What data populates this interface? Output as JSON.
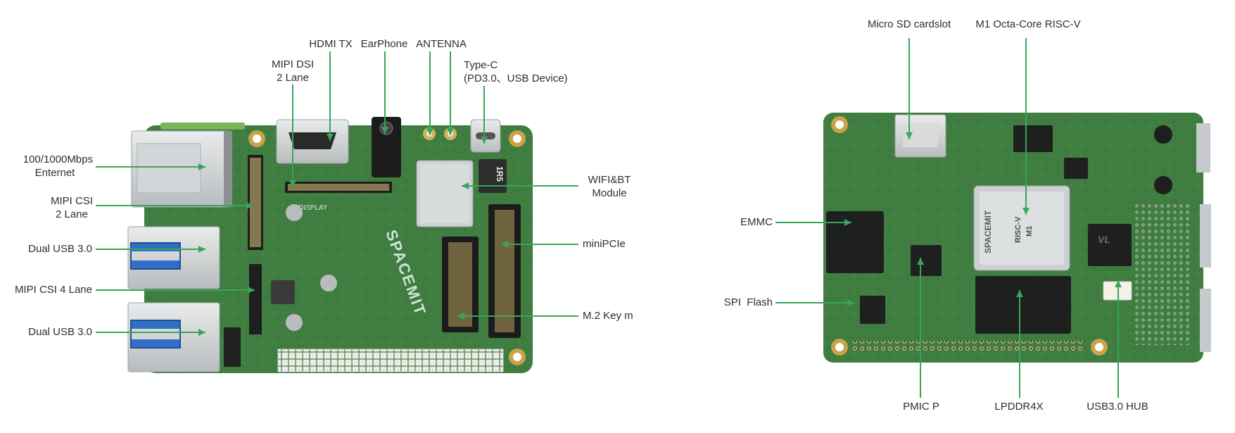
{
  "colors": {
    "pcb": "#3d7a3e",
    "pcb_dark": "#2b5e2e",
    "pcb_edge": "#7bb25a",
    "leader": "#3aa55a",
    "metal": "#cfd2d4",
    "usb_blue": "#2f6fc6",
    "header_white": "#efefea",
    "chip": "#1d1f1f",
    "gold": "#c9a24a"
  },
  "front_board": {
    "brand_text": "SPACEMIT",
    "silk_display": "DISPLAY",
    "chip_marking": "1R5",
    "labels": {
      "ethernet": [
        "100/1000Mbps",
        "Enternet"
      ],
      "mipi_csi_2": [
        "MIPI CSI",
        "2 Lane"
      ],
      "usb_1": "Dual USB 3.0",
      "mipi_csi_4": "MIPI CSI 4 Lane",
      "usb_2": "Dual USB 3.0",
      "mipi_dsi": [
        "MIPI DSI",
        "2 Lane"
      ],
      "hdmi": "HDMI TX",
      "earphone": "EarPhone",
      "antenna": "ANTENNA",
      "typec": [
        "Type-C",
        "(PD3.0、USB Device)"
      ],
      "wifi": [
        "WIFI&BT",
        "Module"
      ],
      "minipcie": "miniPCIe",
      "m2": "M.2 Key m"
    }
  },
  "back_board": {
    "soc_brand": "SPACEMIT",
    "soc_text": "RISC-V",
    "soc_model": "M1",
    "usb_hub_mark": "VL",
    "labels": {
      "microsd": "Micro SD cardslot",
      "soc": "M1 Octa-Core RISC-V",
      "emmc": "EMMC",
      "spi": "SPI  Flash",
      "pmic": "PMIC P",
      "lpddr": "LPDDR4X",
      "usbhub": "USB3.0 HUB"
    }
  }
}
